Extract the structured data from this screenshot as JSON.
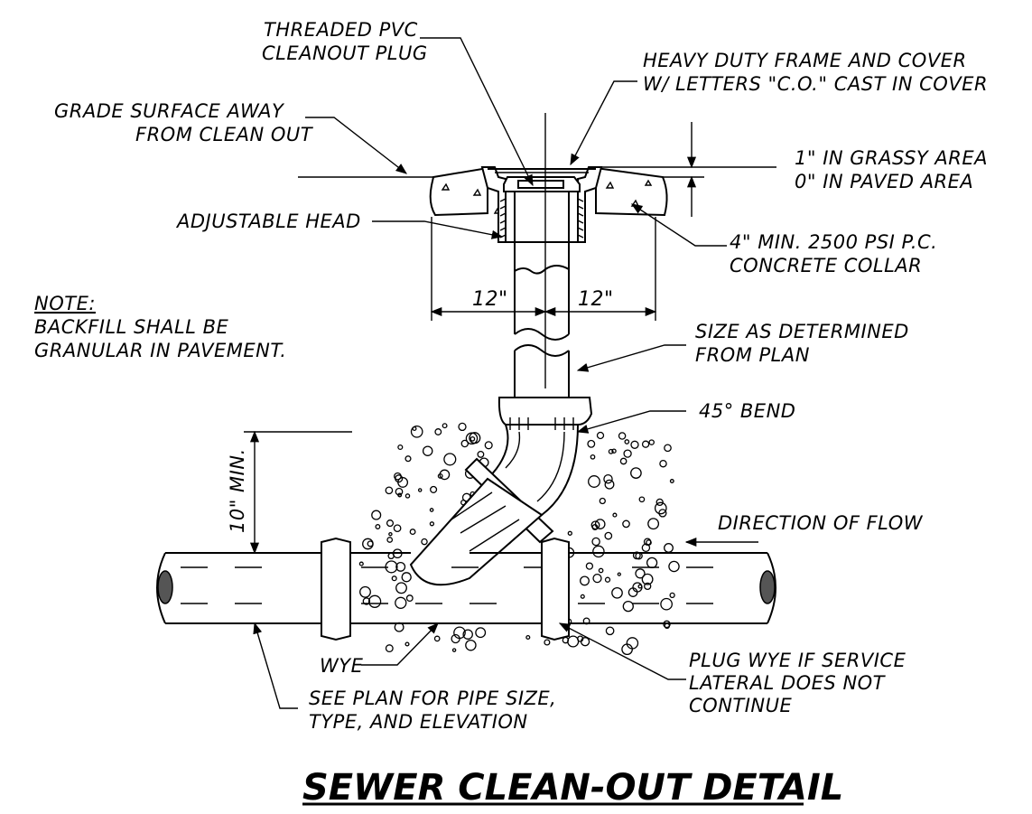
{
  "title": "SEWER CLEAN-OUT DETAIL",
  "labels": {
    "threaded_plug_1": "THREADED PVC",
    "threaded_plug_2": "CLEANOUT PLUG",
    "frame_cover_1": "HEAVY DUTY FRAME AND COVER",
    "frame_cover_2": "W/ LETTERS \"C.O.\" CAST IN COVER",
    "grade_1": "GRADE SURFACE AWAY",
    "grade_2": "FROM CLEAN OUT",
    "grassy": "1\" IN GRASSY AREA",
    "paved": "0\" IN PAVED AREA",
    "adjustable_head": "ADJUSTABLE HEAD",
    "collar_1": "4\" MIN. 2500 PSI P.C.",
    "collar_2": "CONCRETE COLLAR",
    "note_title": "NOTE:",
    "note_1": "BACKFILL SHALL BE",
    "note_2": "GRANULAR IN PAVEMENT.",
    "dim_left": "12\"",
    "dim_right": "12\"",
    "size_1": "SIZE AS DETERMINED",
    "size_2": "FROM PLAN",
    "bend": "45° BEND",
    "min_depth": "10\" MIN.",
    "flow": "DIRECTION OF FLOW",
    "wye": "WYE",
    "plug_1": "PLUG WYE IF SERVICE",
    "plug_2": "LATERAL DOES NOT",
    "plug_3": "CONTINUE",
    "pipe_1": "SEE PLAN FOR PIPE SIZE,",
    "pipe_2": "TYPE, AND ELEVATION"
  },
  "icons": [
    "cleanout-plug-icon",
    "frame-cover-icon",
    "concrete-collar-icon",
    "wye-fitting-icon",
    "bend-fitting-icon",
    "main-pipe-icon",
    "aggregate-icon"
  ]
}
